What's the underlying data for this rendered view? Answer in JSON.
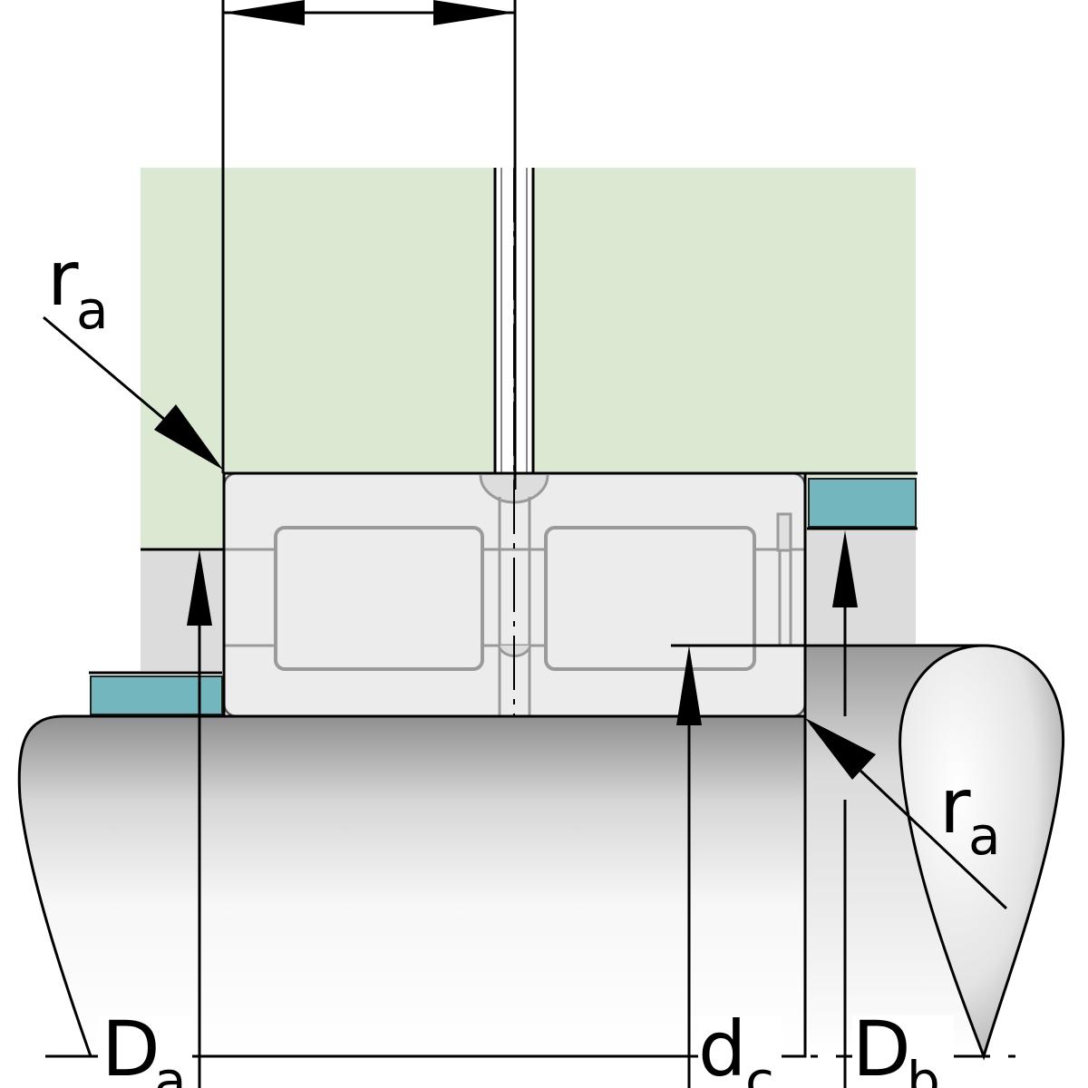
{
  "labels": {
    "ra_top": {
      "main": "r",
      "sub": "a"
    },
    "ra_right": {
      "main": "r",
      "sub": "a"
    },
    "Da": {
      "main": "D",
      "sub": "a"
    },
    "dc": {
      "main": "d",
      "sub": "c"
    },
    "Db": {
      "main": "D",
      "sub": "b"
    }
  },
  "colors": {
    "housing": "#dbe8d2",
    "shoulder_gray": "#dcdcdc",
    "bearing_fill": "#ececec",
    "bearing_outline": "#9a9a9a",
    "spacer_teal": "#74b6bd",
    "line": "#000000"
  }
}
